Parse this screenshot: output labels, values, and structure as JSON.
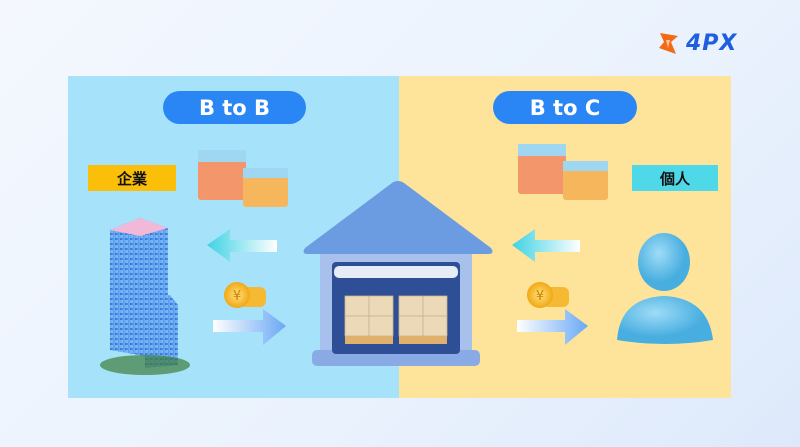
{
  "brand": {
    "logo_text": "4PX",
    "accent": "#2b86f5",
    "logo_color": "#1d5fe0",
    "logo_mark_color": "#f46a12"
  },
  "left_panel": {
    "title": "B to B",
    "tag": "企業",
    "tag_color": "#fbbf0a",
    "background": "#a6e3fb"
  },
  "right_panel": {
    "title": "B to C",
    "tag": "個人",
    "tag_color": "#4fd9e8",
    "background": "#fde49a"
  },
  "icons": [
    "building-icon",
    "parcel-boxes-icon",
    "warehouse-icon",
    "coin-icon",
    "arrow-left-icon",
    "arrow-right-icon",
    "person-icon"
  ]
}
